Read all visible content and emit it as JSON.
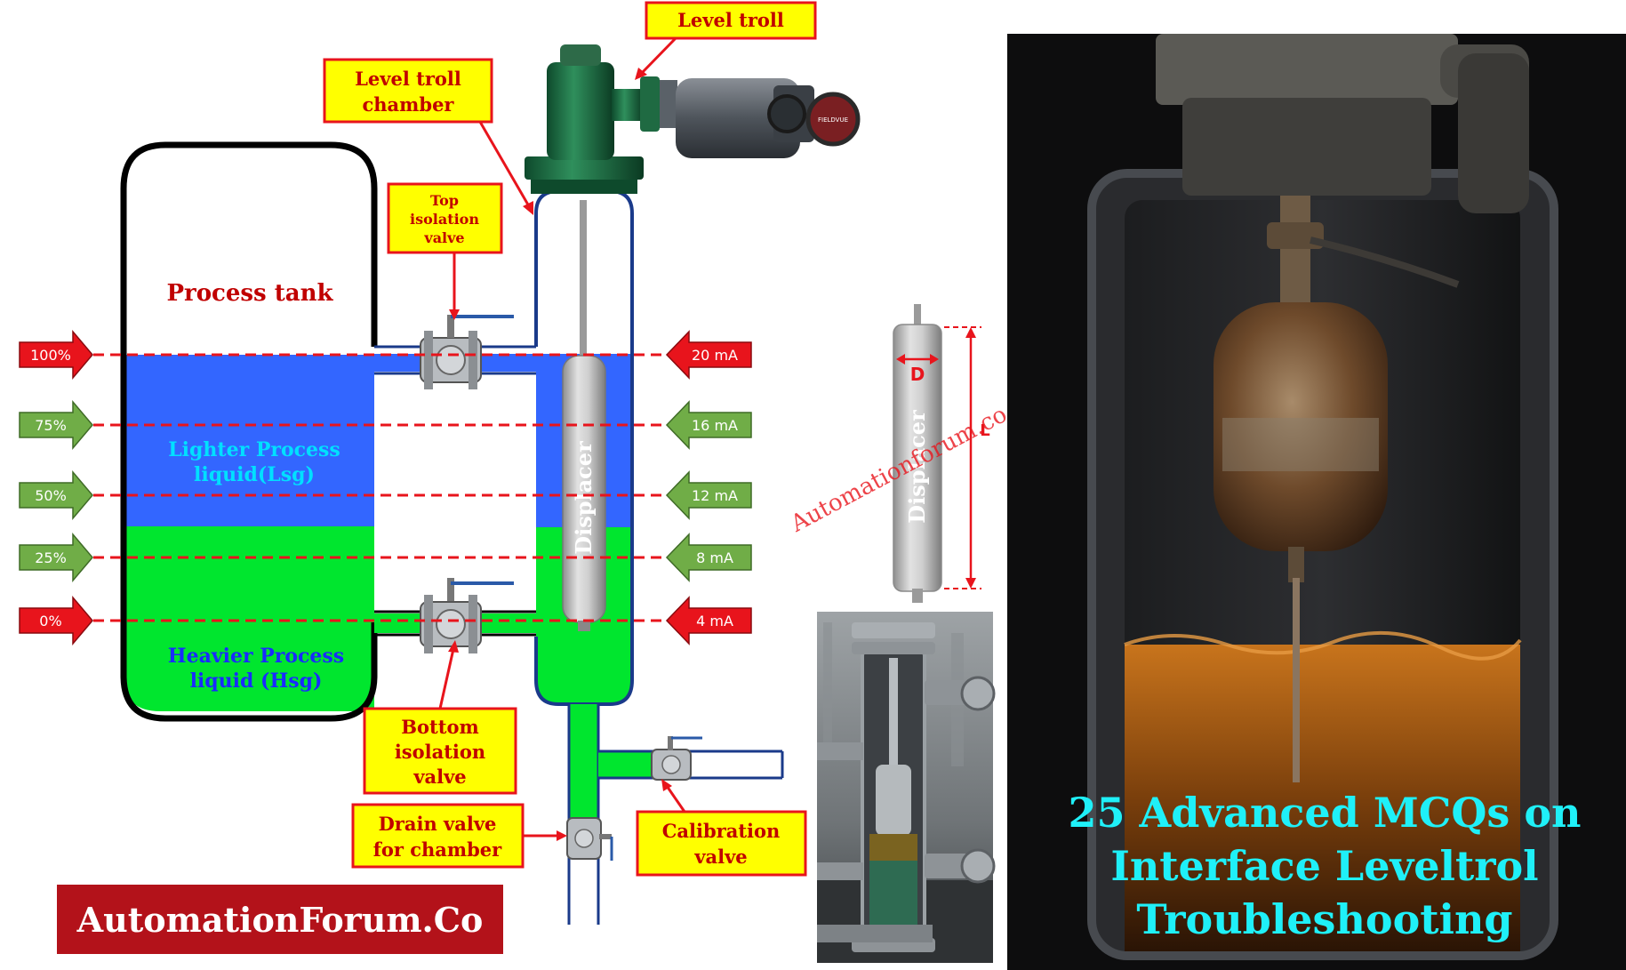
{
  "colors": {
    "red": "#e8141c",
    "callout_fill": "#ffff00",
    "light_liquid": "#3366ff",
    "heavy_liquid": "#00e62e",
    "light_text": "#00e0ff",
    "heavy_text": "#1a2bff",
    "arrow_green": "#70ad47",
    "title_cyan": "#1ff0f8",
    "brand_bg": "#b3121a"
  },
  "labels": {
    "level_troll": "Level troll",
    "chamber_l1": "Level troll",
    "chamber_l2": "chamber",
    "top_iso_l1": "Top",
    "top_iso_l2": "isolation",
    "top_iso_l3": "valve",
    "process_tank": "Process tank",
    "lighter_l1": "Lighter Process",
    "lighter_l2": "liquid(Lsg)",
    "heavier_l1": "Heavier Process",
    "heavier_l2": "liquid (Hsg)",
    "bottom_iso_l1": "Bottom",
    "bottom_iso_l2": "isolation",
    "bottom_iso_l3": "valve",
    "drain_l1": "Drain valve",
    "drain_l2": "for chamber",
    "calib_l1": "Calibration",
    "calib_l2": "valve",
    "displacer": "Displacer",
    "dim_d": "D",
    "dim_l": "L",
    "watermark": "Automationforum.co",
    "brand": "AutomationForum.Co",
    "transmitter_badge": "FIELDVUE"
  },
  "levels": [
    {
      "percent": "100%",
      "current": "20 mA"
    },
    {
      "percent": "75%",
      "current": "16 mA"
    },
    {
      "percent": "50%",
      "current": "12 mA"
    },
    {
      "percent": "25%",
      "current": "8 mA"
    },
    {
      "percent": "0%",
      "current": "4 mA"
    }
  ],
  "title": {
    "line1": "25 Advanced MCQs on",
    "line2": "Interface Leveltrol",
    "line3": "Troubleshooting"
  }
}
